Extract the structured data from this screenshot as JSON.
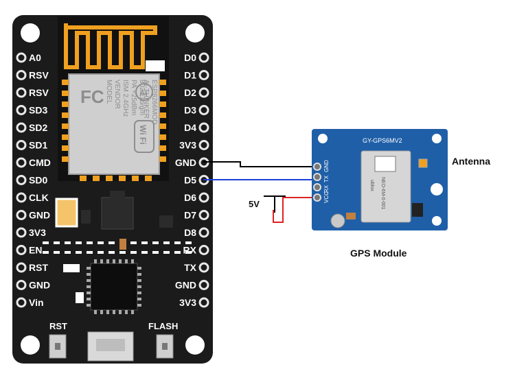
{
  "board": {
    "left_pins": [
      "A0",
      "RSV",
      "RSV",
      "SD3",
      "SD2",
      "SD1",
      "CMD",
      "SD0",
      "CLK",
      "GND",
      "3V3",
      "EN",
      "RST",
      "GND",
      "Vin"
    ],
    "right_pins": [
      "D0",
      "D1",
      "D2",
      "D3",
      "D4",
      "3V3",
      "GND",
      "D5",
      "D6",
      "D7",
      "D8",
      "RX",
      "TX",
      "GND",
      "3V3"
    ],
    "buttons": {
      "rst": "RST",
      "flash": "FLASH"
    },
    "module_text": {
      "fc": "FC",
      "model_lines": [
        "MODEL",
        "VENDOR",
        "ISM 2.4GHz",
        "PA +25dBm",
        "802.11b/g/n"
      ],
      "vendor_lines": [
        "ESP8266MOD",
        "AI-THINKER"
      ],
      "logo_ai": "AI",
      "logo_wifi": "Wi Fi"
    }
  },
  "gps": {
    "board_label": "GY-GPS6MV2",
    "pin_labels": [
      "GND",
      "TX",
      "RX",
      "VCC"
    ],
    "chip_lines": [
      "NEO-6M-0-001",
      "ublox"
    ],
    "antenna_label": "Antenna",
    "module_label": "GPS Module"
  },
  "power_label": "5V",
  "colors": {
    "board": "#1b1b1b",
    "pin_ring": "#e8e8e8",
    "esp_shield": "#cfcfcf",
    "antenna_trace": "#f0a020",
    "gps_board": "#1f5fa8",
    "wire_gnd": "#000000",
    "wire_data": "#1a3fd6",
    "wire_vcc": "#e02020"
  }
}
